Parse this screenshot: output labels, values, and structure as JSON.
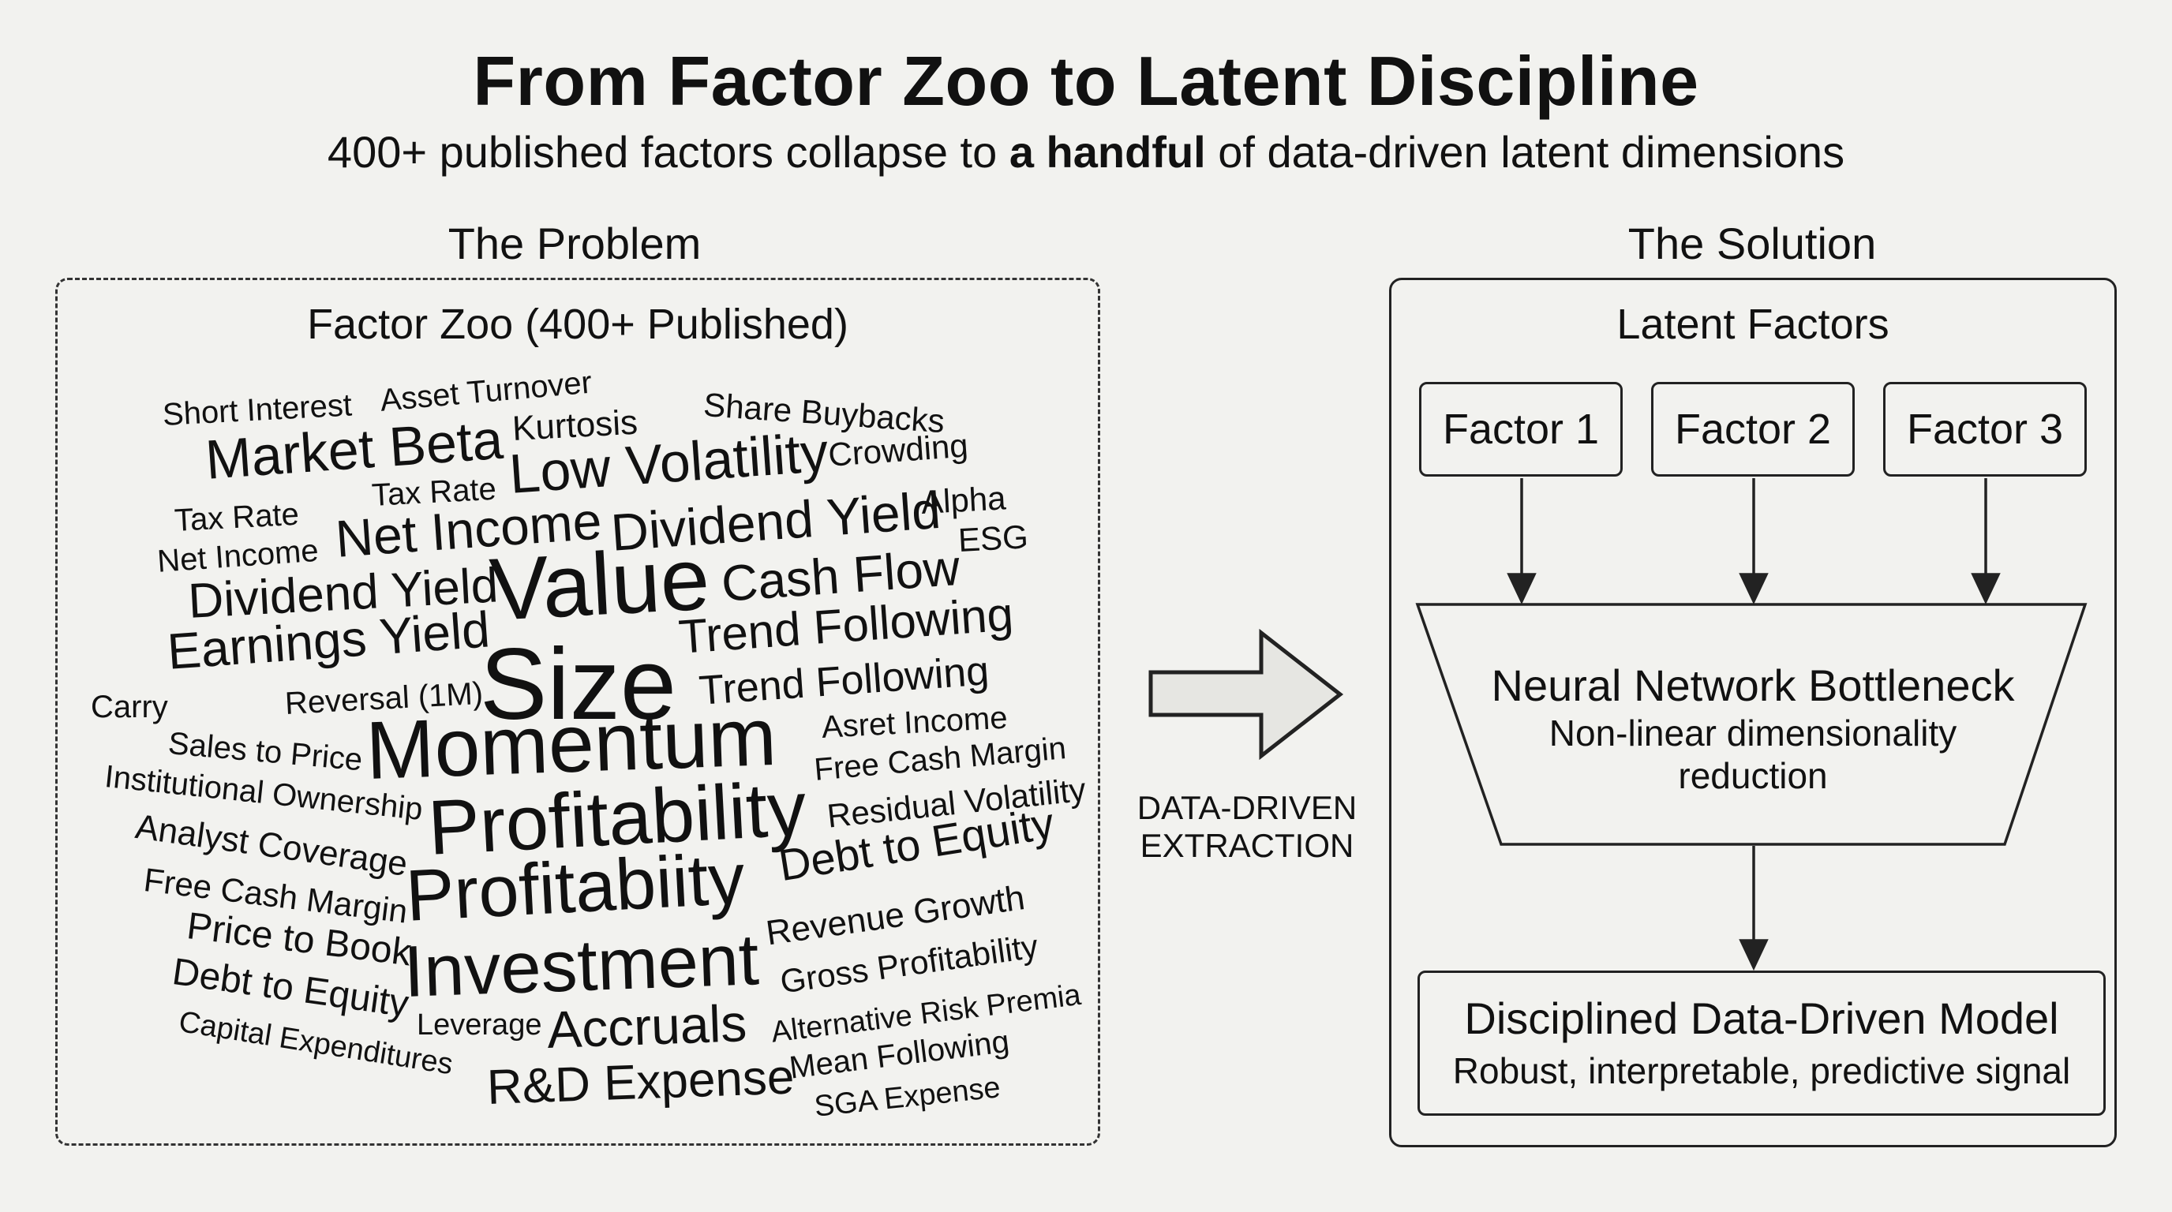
{
  "title": "From Factor Zoo to Latent Discipline",
  "subtitle": {
    "pre": "400+ published factors collapse to ",
    "bold": "a handful",
    "post": " of data-driven latent dimensions"
  },
  "problem": {
    "section_label": "The Problem",
    "box_title": "Factor Zoo (400+ Published)",
    "words": [
      "Short Interest",
      "Asset Turnover",
      "Kurtosis",
      "Share Buybacks",
      "Market Beta",
      "Low Volatility",
      "Crowding",
      "Tax Rate",
      "Tax Rate",
      "Net Income",
      "Dividend Yield",
      "Alpha",
      "Net Income",
      "ESG",
      "Dividend Yield",
      "Value",
      "Cash Flow",
      "Earnings Yield",
      "Trend Following",
      "Size",
      "Carry",
      "Reversal (1M)",
      "Trend Following",
      "Sales to Price",
      "Asret Income",
      "Momentum",
      "Free Cash Margin",
      "Institutional Ownership",
      "Residual Volatility",
      "Profitability",
      "Analyst Coverage",
      "Debt to Equity",
      "Free Cash Margin",
      "Profitabiity",
      "Price to Book",
      "Revenue Growth",
      "Investment",
      "Debt to Equity",
      "Gross Profitability",
      "Capital Expenditures",
      "Leverage",
      "Accruals",
      "Alternative Risk Premia",
      "Mean Following",
      "R&D Expense",
      "SGA Expense"
    ]
  },
  "arrow_label": [
    "DATA-DRIVEN",
    "EXTRACTION"
  ],
  "solution": {
    "section_label": "The Solution",
    "box_title": "Latent Factors",
    "factors": [
      "Factor 1",
      "Factor 2",
      "Factor 3"
    ],
    "bottleneck_title": "Neural Network Bottleneck",
    "bottleneck_sub": [
      "Non-linear dimensionality",
      "reduction"
    ],
    "model_title": "Disciplined Data-Driven Model",
    "model_sub": "Robust, interpretable, predictive signal"
  }
}
